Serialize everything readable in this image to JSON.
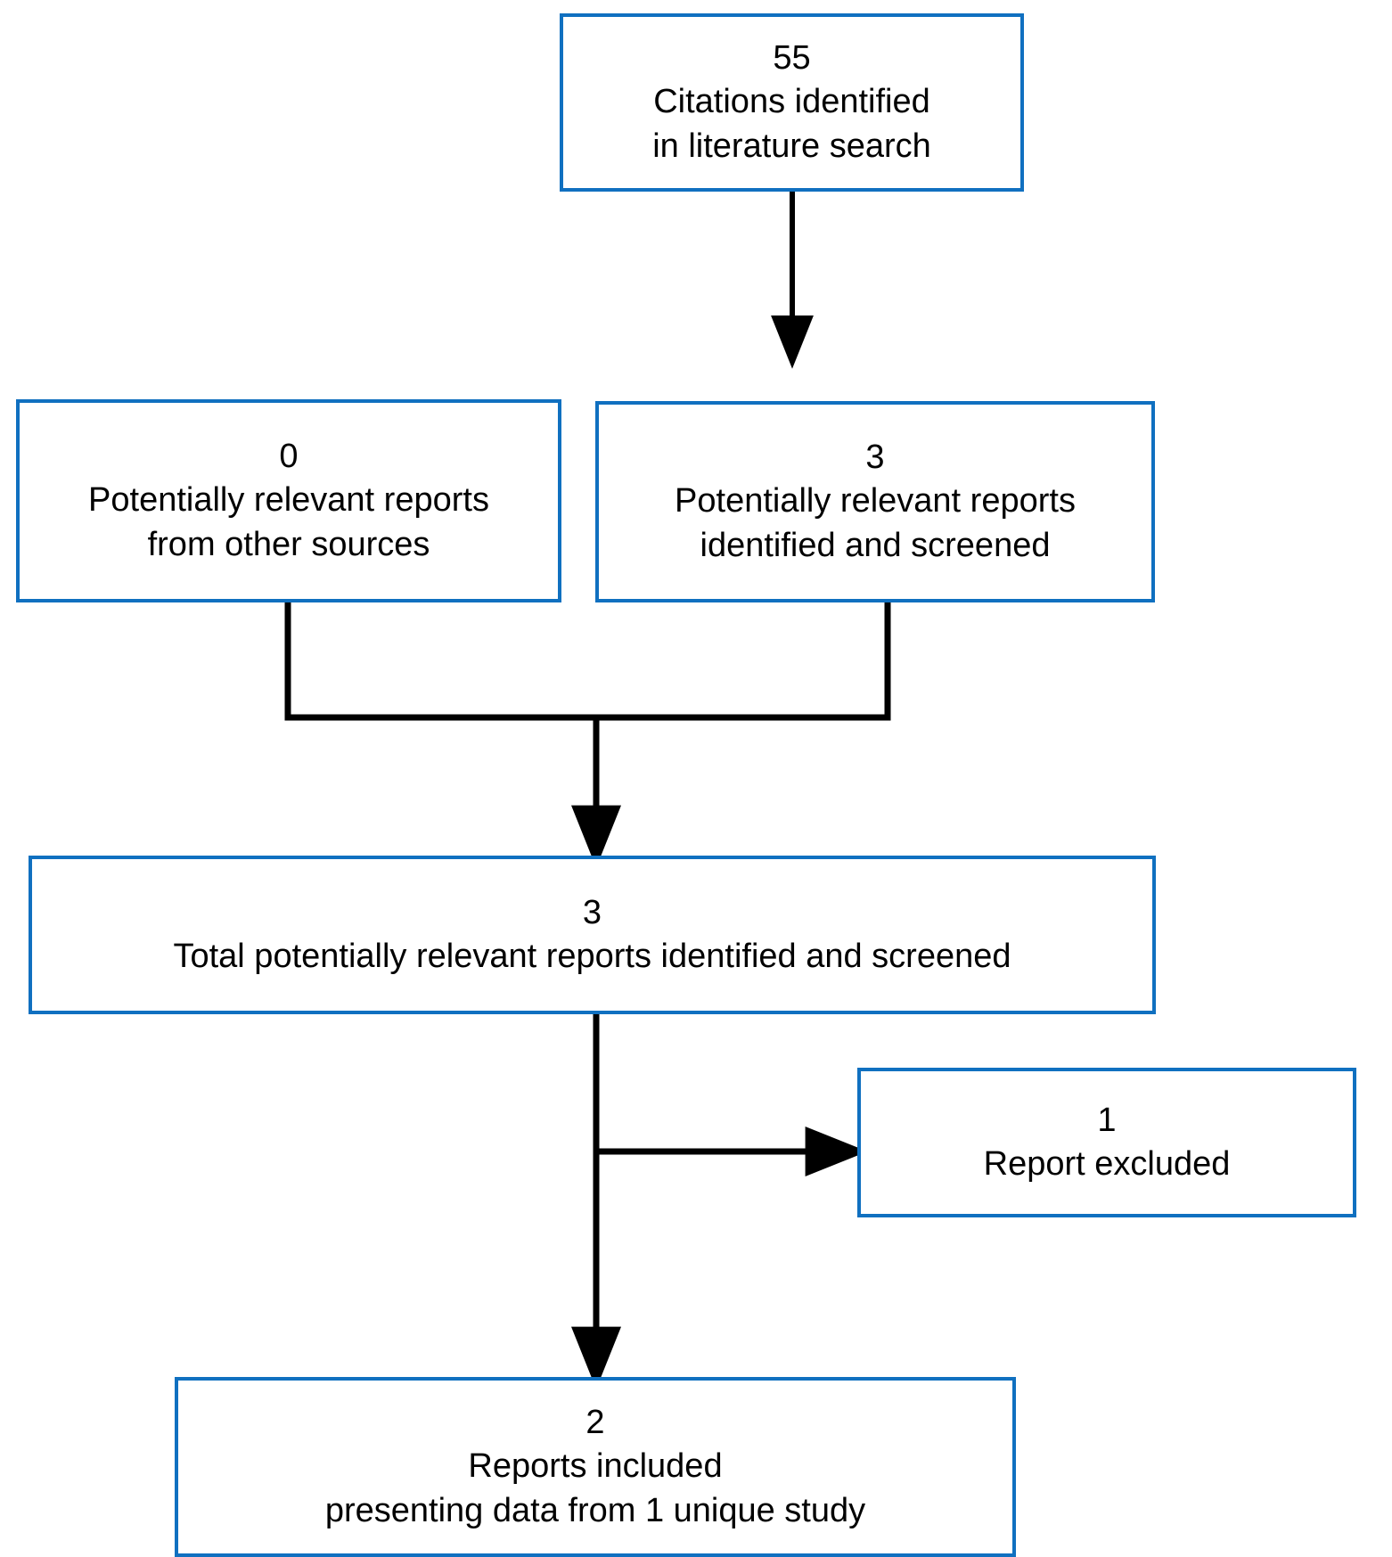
{
  "diagram": {
    "type": "prisma-flow-diagram",
    "accent_color": "#1070c0",
    "connector_color": "#000000",
    "background": "#ffffff",
    "nodes": [
      {
        "id": "citations",
        "count": "55",
        "label": "Citations identified\nin literature search"
      },
      {
        "id": "other-sources",
        "count": "0",
        "label": "Potentially relevant reports\nfrom other sources"
      },
      {
        "id": "screened",
        "count": "3",
        "label": "Potentially relevant reports\nidentified and screened"
      },
      {
        "id": "total-screened",
        "count": "3",
        "label": "Total potentially relevant reports identified and screened"
      },
      {
        "id": "excluded",
        "count": "1",
        "label": "Report excluded"
      },
      {
        "id": "included",
        "count": "2",
        "label": "Reports included\npresenting data from 1 unique study"
      }
    ],
    "edges": [
      {
        "id": "citations-to-screened",
        "from": "citations",
        "to": "screened",
        "style": "arrow-down"
      },
      {
        "id": "other-sources-to-total",
        "from": "other-sources",
        "to": "total-screened",
        "style": "elbow-merge"
      },
      {
        "id": "screened-to-total",
        "from": "screened",
        "to": "total-screened",
        "style": "elbow-merge"
      },
      {
        "id": "total-to-excluded",
        "from": "total-screened",
        "to": "excluded",
        "style": "arrow-right"
      },
      {
        "id": "total-to-included",
        "from": "total-screened",
        "to": "included",
        "style": "arrow-down"
      }
    ]
  }
}
